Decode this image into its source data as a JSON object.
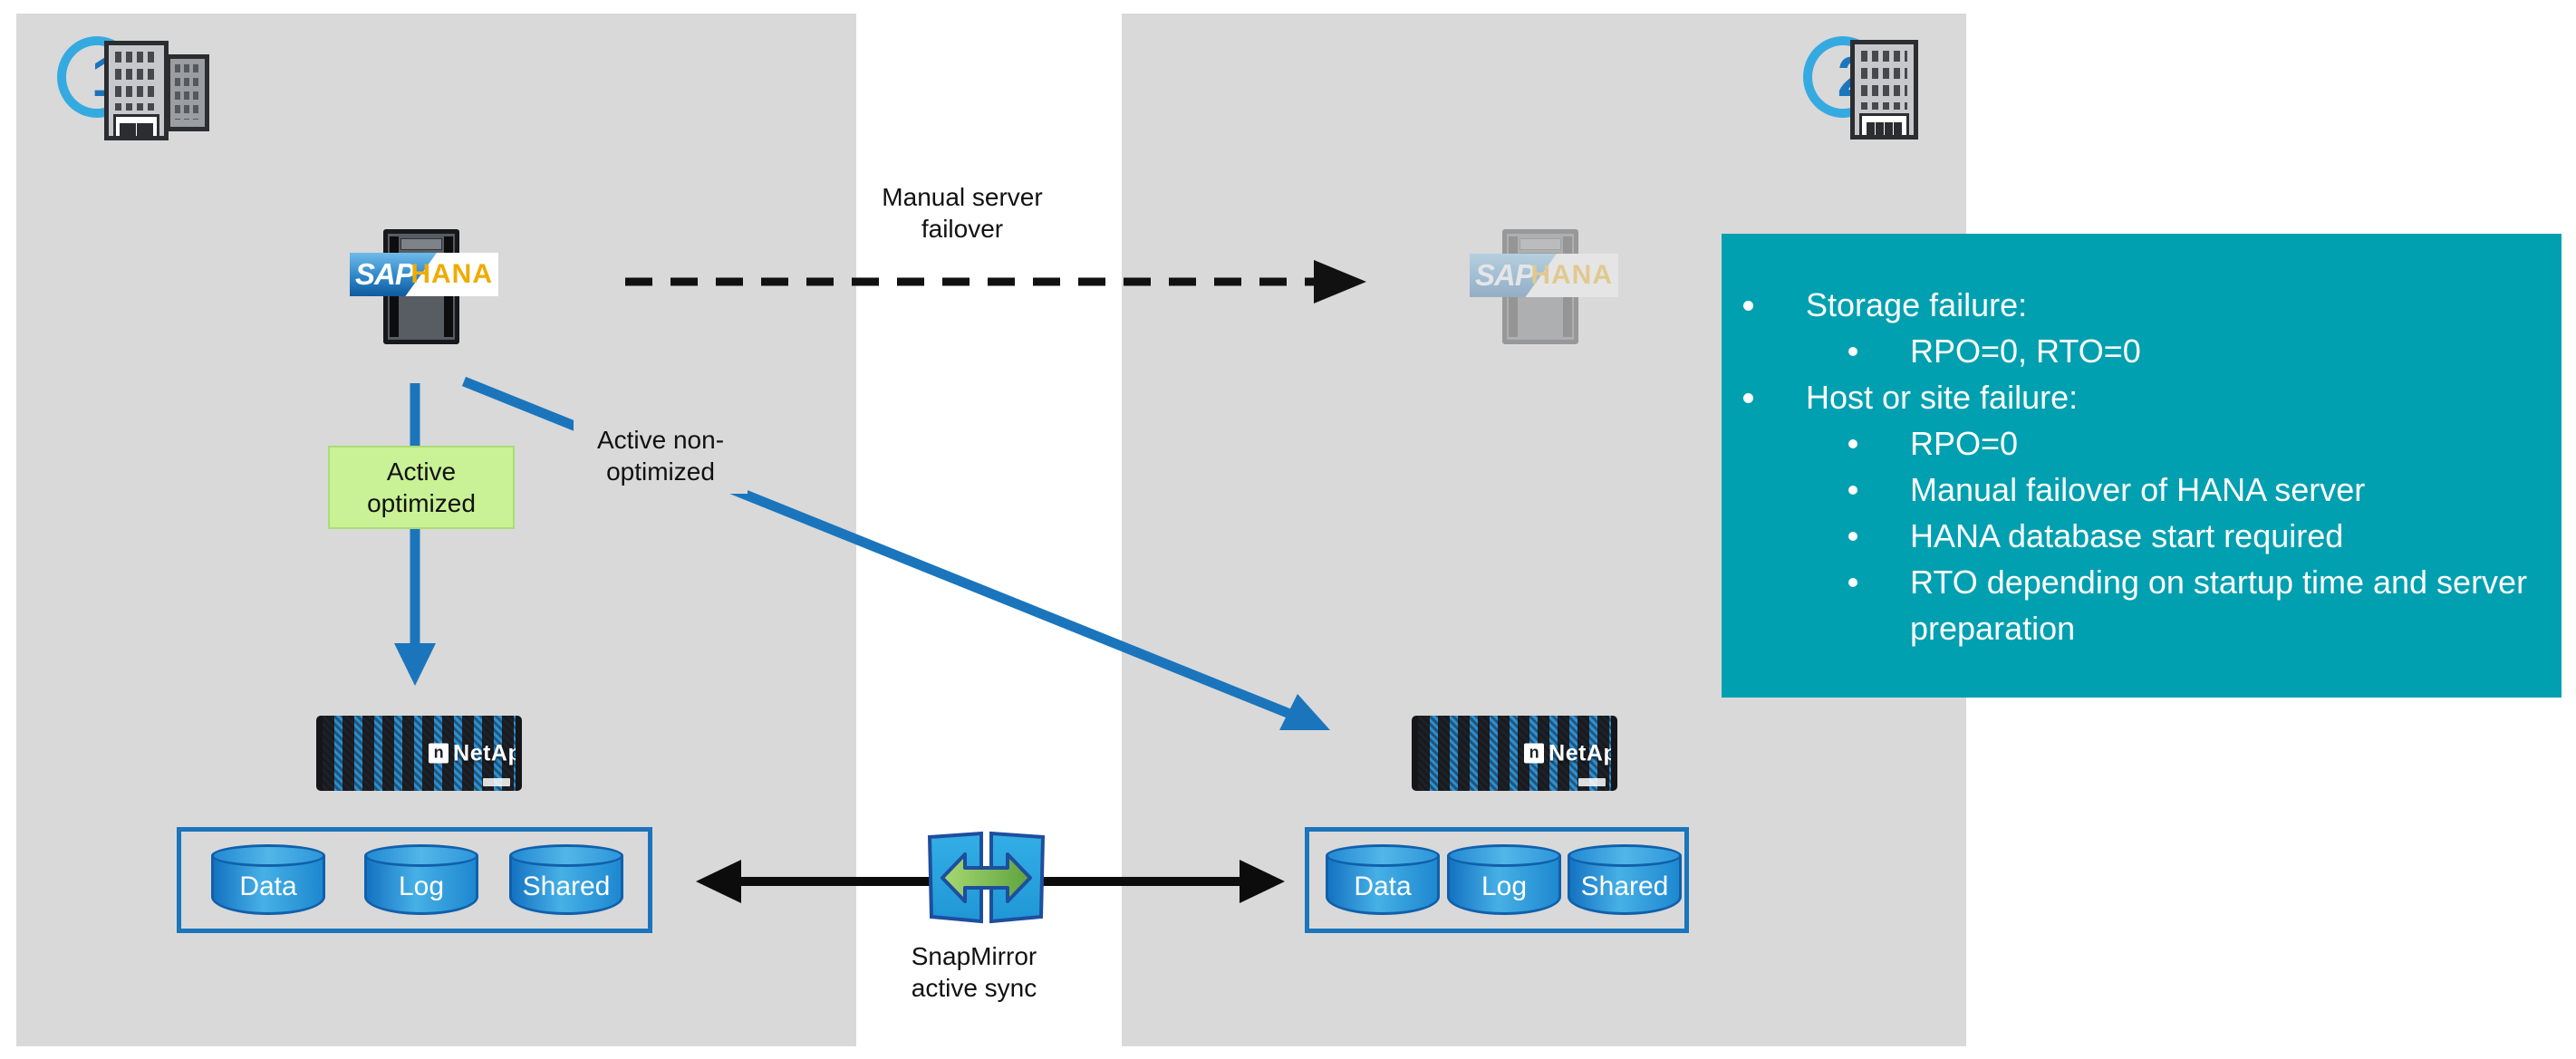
{
  "sites": {
    "site1": {
      "number": "1"
    },
    "site2": {
      "number": "2"
    }
  },
  "server": {
    "logo_sap": "SAP",
    "logo_hana": "HANA"
  },
  "storage": {
    "brand": "NetApp",
    "volumes": [
      "Data",
      "Log",
      "Shared"
    ]
  },
  "labels": {
    "manual_failover": "Manual server\nfailover",
    "active_optimized": "Active\noptimized",
    "active_non_optimized": "Active non-\noptimized",
    "snapmirror": "SnapMirror\nactive sync"
  },
  "info_box": {
    "items": [
      {
        "label": "Storage failure:",
        "children": [
          "RPO=0, RTO=0"
        ]
      },
      {
        "label": "Host or site failure:",
        "children": [
          "RPO=0",
          "Manual failover of HANA server",
          "HANA database start required",
          "RTO depending on startup time and server preparation"
        ]
      }
    ]
  },
  "colors": {
    "panel_gray": "#d9d9d9",
    "accent_blue": "#1b75bc",
    "badge_light_blue": "#35aae1",
    "green_label_bg": "#c9f195",
    "teal_box": "#00a0b0",
    "hana_orange": "#f0ab00",
    "cylinder_blue": "#1e88d0"
  }
}
